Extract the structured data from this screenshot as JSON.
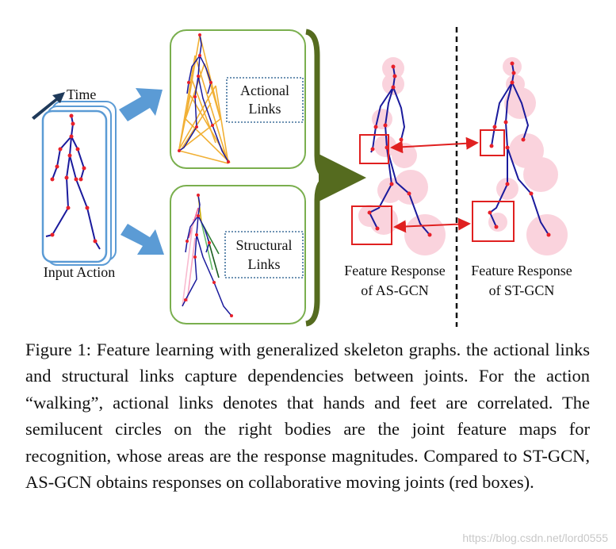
{
  "figure": {
    "time_label": "Time",
    "input_label": "Input Action",
    "actional_label": [
      "Actional",
      "Links"
    ],
    "structural_label": [
      "Structural",
      "Links"
    ],
    "asgcn_label": [
      "Feature Response",
      "of AS-GCN"
    ],
    "stgcn_label": [
      "Feature Response",
      "of ST-GCN"
    ],
    "colors": {
      "skeleton": "#1a1a9c",
      "joint": "#e8202a",
      "panel_border": "#7aaf4e",
      "brace": "#556b1f",
      "arrow": "#5b9bd5",
      "actional_links": "#f0a820",
      "highlight_box": "#e02020",
      "response": "#f5a0b5"
    }
  },
  "caption": {
    "label": "Figure 1:",
    "text": "Feature learning with generalized skeleton graphs. the actional links and structural links capture dependencies between joints. For the action “walking”, actional links denotes that hands and feet are correlated. The semilucent circles on the right bodies are the joint feature maps for recognition, whose areas are the response magnitudes. Compared to ST-GCN, AS-GCN obtains responses on collaborative moving joints (red boxes)."
  },
  "watermark": "https://blog.csdn.net/lord0555"
}
